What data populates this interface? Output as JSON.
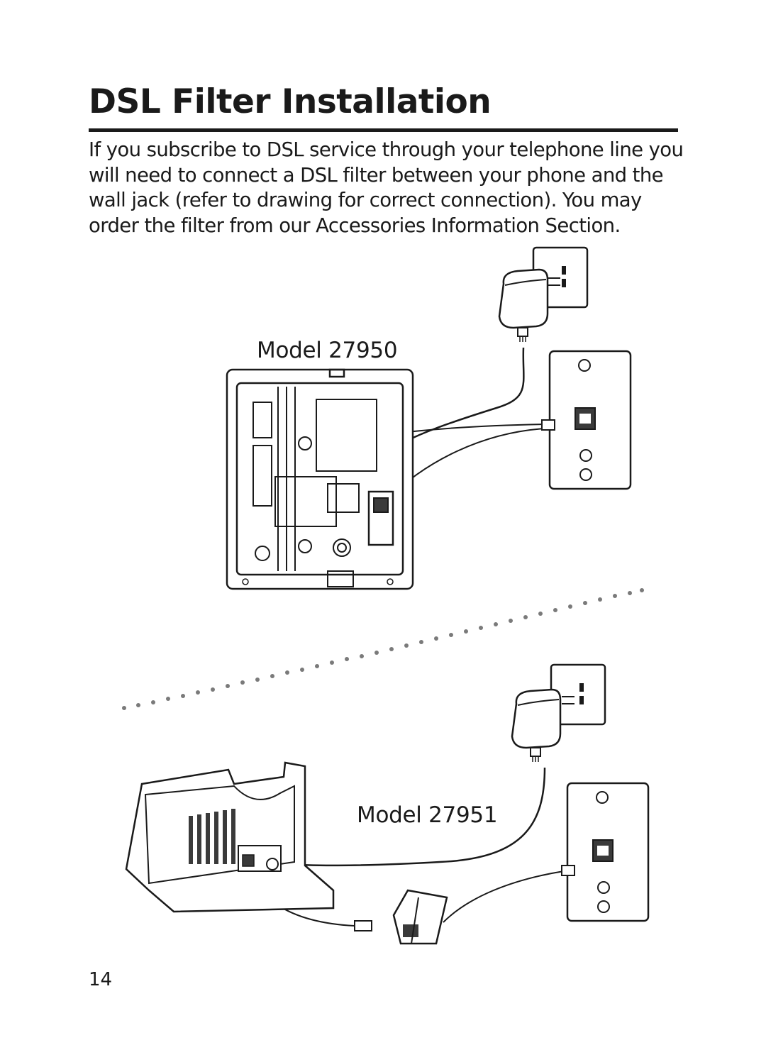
{
  "page": {
    "title": "DSL Filter Installation",
    "intro": "If you subscribe to DSL service through your telephone line you will need to connect a DSL filter between your phone and the wall jack (refer to drawing for correct connection). You may order the filter from our Accessories Information Section.",
    "page_number": "14"
  },
  "figures": {
    "model_a_label": "Model 27950",
    "model_b_label": "Model 27951"
  },
  "colors": {
    "ink": "#1a1a1a",
    "fill_light": "#ffffff",
    "fill_dark": "#3a3a3a",
    "dots": "#7a7a7a"
  }
}
